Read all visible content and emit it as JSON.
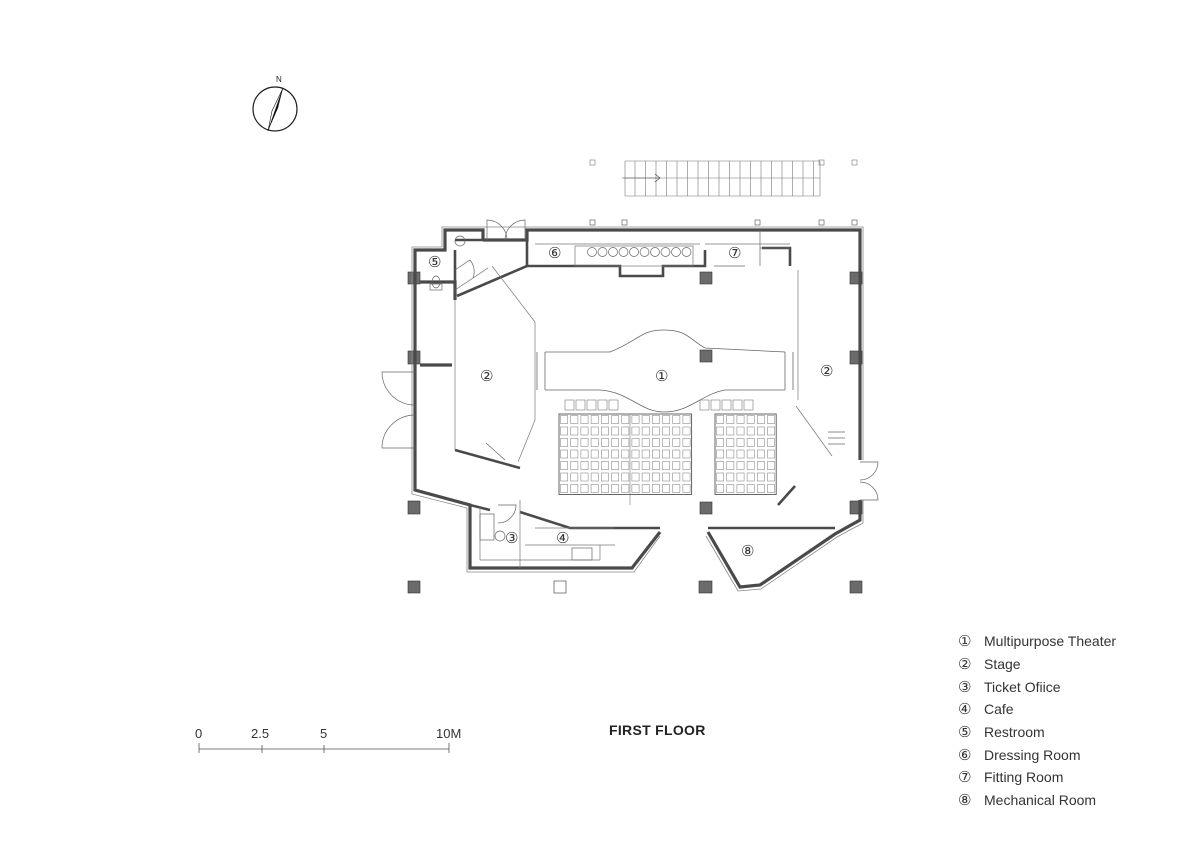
{
  "compass": {
    "north_label": "N"
  },
  "plan": {
    "title": "FIRST FLOOR",
    "room_marks": [
      {
        "num": "①",
        "room": "multipurpose-theater"
      },
      {
        "num": "②",
        "room": "stage-west"
      },
      {
        "num": "②",
        "room": "stage-east"
      },
      {
        "num": "③",
        "room": "ticket-office"
      },
      {
        "num": "④",
        "room": "cafe"
      },
      {
        "num": "⑤",
        "room": "restroom"
      },
      {
        "num": "⑥",
        "room": "dressing-room"
      },
      {
        "num": "⑦",
        "room": "fitting-room"
      },
      {
        "num": "⑧",
        "room": "mechanical-room"
      }
    ]
  },
  "scale_bar": {
    "labels": [
      "0",
      "2.5",
      "5",
      "10M"
    ]
  },
  "legend": [
    {
      "num": "①",
      "label": "Multipurpose Theater"
    },
    {
      "num": "②",
      "label": "Stage"
    },
    {
      "num": "③",
      "label": "Ticket Ofiice"
    },
    {
      "num": "④",
      "label": "Cafe"
    },
    {
      "num": "⑤",
      "label": "Restroom"
    },
    {
      "num": "⑥",
      "label": "Dressing Room"
    },
    {
      "num": "⑦",
      "label": "Fitting Room"
    },
    {
      "num": "⑧",
      "label": "Mechanical Room"
    }
  ]
}
